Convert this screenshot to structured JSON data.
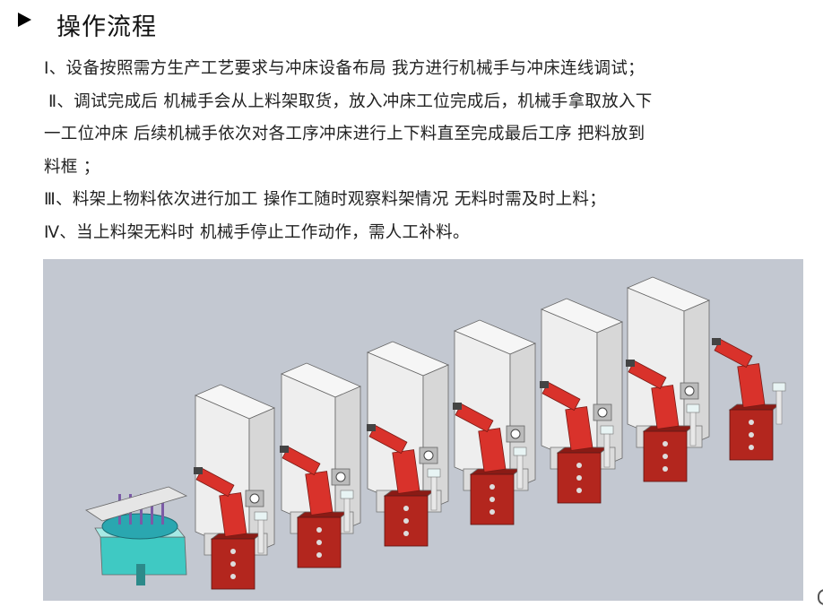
{
  "page": {
    "title": "操作流程"
  },
  "steps": [
    "Ⅰ、设备按照需方生产工艺要求与冲床设备布局 我方进行机械手与冲床连线调试；",
    "Ⅱ、调试完成后 机械手会从上料架取货，放入冲床工位完成后，机械手拿取放入下",
    "一工位冲床 后续机械手依次对各工序冲床进行上下料直至完成最后工序 把料放到",
    "料框 ；",
    "Ⅲ、料架上物料依次进行加工 操作工随时观察料架情况 无料时需及时上料；",
    "Ⅳ、当上料架无料时 机械手停止工作动作，需人工补料。"
  ],
  "illustration": {
    "press_count": 6,
    "robot_count": 7,
    "colors": {
      "background": "#c3c8d1",
      "press_body": "#eeeeee",
      "robot_arm": "#d9322b",
      "cabinet": "#b3261e",
      "feeder_table": "#3fc9c3"
    }
  }
}
